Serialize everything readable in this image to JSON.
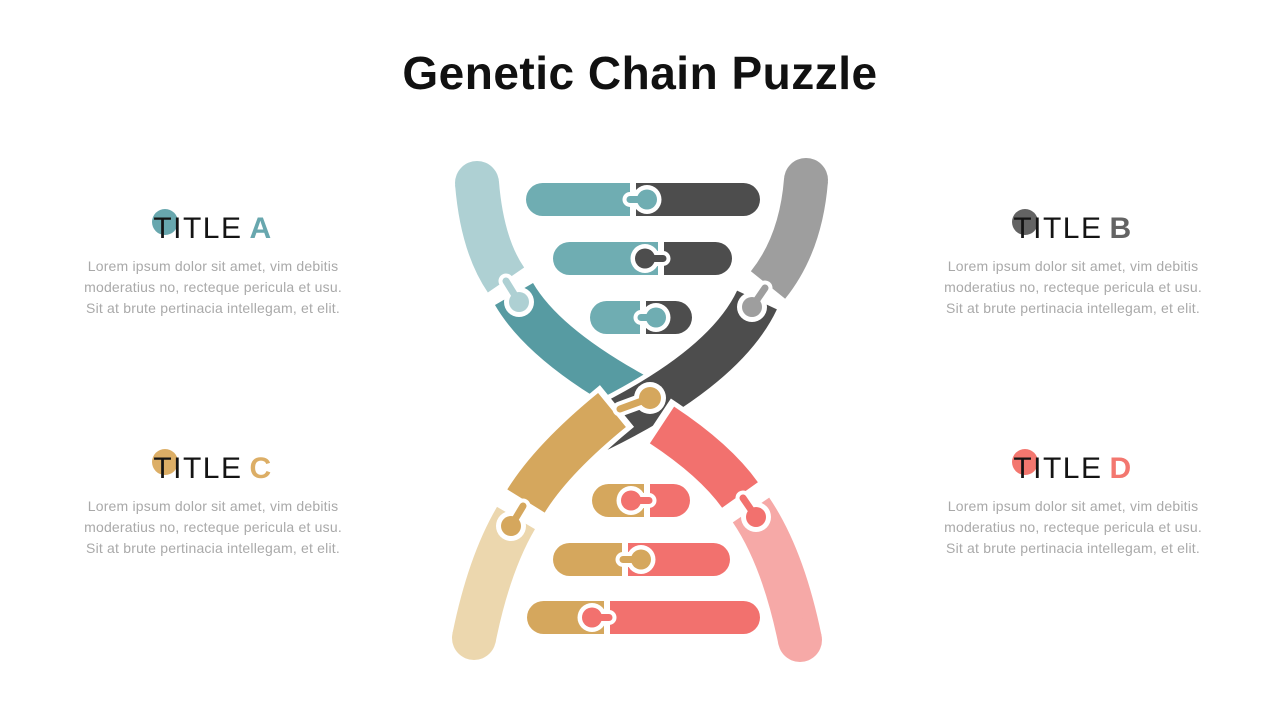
{
  "colors": {
    "background": "#ffffff",
    "title_text": "#111111",
    "heading_text": "#141414",
    "body_text": "#a9a9a9",
    "teal_light": "#aed0d3",
    "teal_dark": "#579ba2",
    "teal_rung": "#6fadb2",
    "gray_light": "#9e9e9e",
    "gray_dark": "#4d4d4d",
    "tan_dark": "#d5a75d",
    "tan_light": "#ecd7ae",
    "coral_dark": "#f2716e",
    "coral_light": "#f6a9a7",
    "accent_a": "#68a7ae",
    "accent_b": "#636363",
    "accent_c": "#dcae66",
    "accent_d": "#f3776f"
  },
  "title": "Genetic Chain Puzzle",
  "sections": [
    {
      "label": "TITLE",
      "letter": "A",
      "body_lines": [
        "Lorem ipsum dolor sit amet, vim debitis",
        "moderatius no, recteque pericula et usu.",
        "Sit at brute pertinacia intellegam, et elit."
      ]
    },
    {
      "label": "TITLE",
      "letter": "B",
      "body_lines": [
        "Lorem ipsum dolor sit amet, vim debitis",
        "moderatius no, recteque pericula et usu.",
        "Sit at brute pertinacia intellegam, et elit."
      ]
    },
    {
      "label": "TITLE",
      "letter": "C",
      "body_lines": [
        "Lorem ipsum dolor sit amet, vim debitis",
        "moderatius no, recteque pericula et usu.",
        "Sit at brute pertinacia intellegam, et elit."
      ]
    },
    {
      "label": "TITLE",
      "letter": "D",
      "body_lines": [
        "Lorem ipsum dolor sit amet, vim debitis",
        "moderatius no, recteque pericula et usu.",
        "Sit at brute pertinacia intellegam, et elit."
      ]
    }
  ],
  "diagram": {
    "type": "dna-puzzle-helix",
    "rung_count": 6,
    "strands": [
      {
        "position": "top-left",
        "color_name": "teal"
      },
      {
        "position": "top-right",
        "color_name": "gray"
      },
      {
        "position": "bottom-left",
        "color_name": "tan"
      },
      {
        "position": "bottom-right",
        "color_name": "coral"
      }
    ]
  }
}
